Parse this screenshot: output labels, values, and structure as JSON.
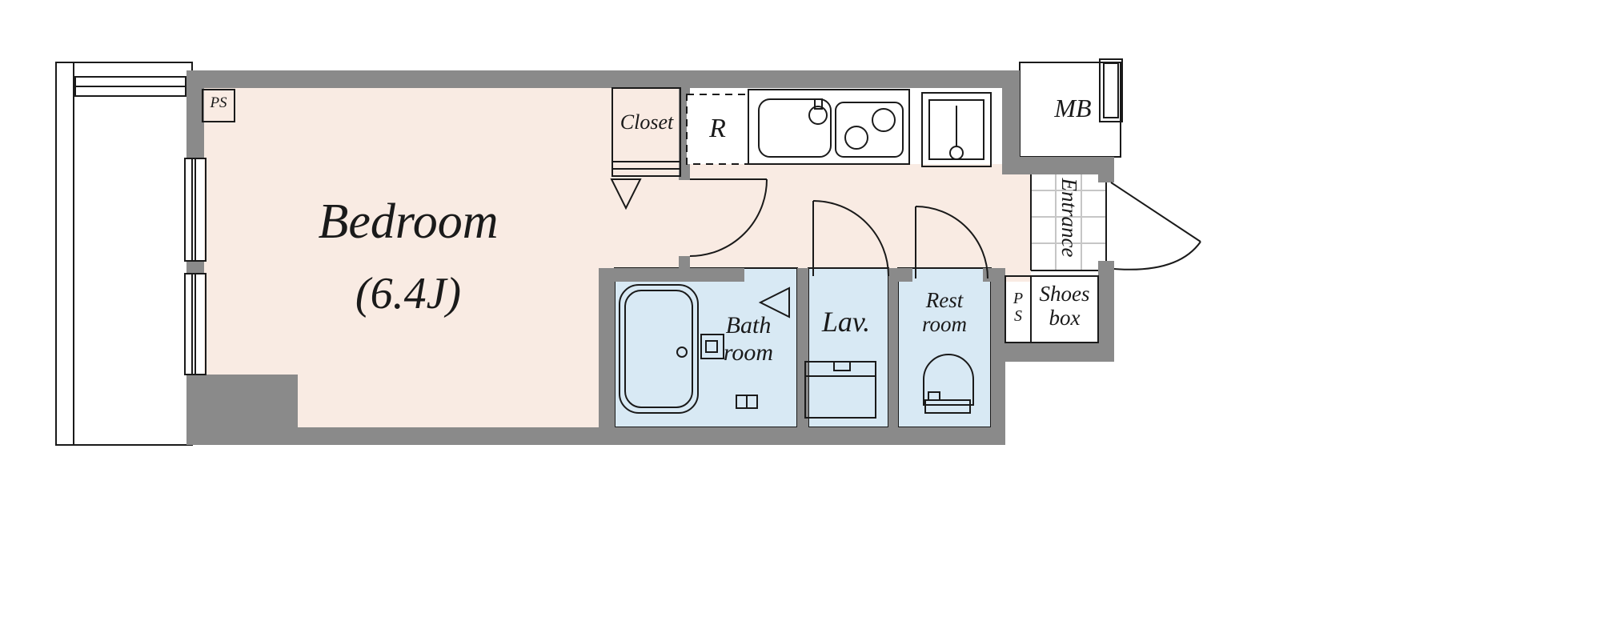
{
  "plan": {
    "rooms": {
      "bedroom": {
        "name": "Bedroom",
        "size": "(6.4J)"
      },
      "closet": {
        "label": "Closet"
      },
      "refrigerator": {
        "label": "R"
      },
      "meter_box": {
        "label": "MB"
      },
      "entrance": {
        "label": "Entrance"
      },
      "shoes_box": {
        "line1": "Shoes",
        "line2": "box"
      },
      "bathroom": {
        "line1": "Bath",
        "line2": "room"
      },
      "lavatory": {
        "label": "Lav."
      },
      "restroom": {
        "line1": "Rest",
        "line2": "room"
      },
      "pipe_space_bedroom": {
        "label": "PS"
      },
      "pipe_space_entry": {
        "line1": "P",
        "line2": "S"
      }
    },
    "colors": {
      "wall": "#8a8a8a",
      "floor": "#f9ebe3",
      "wet_area": "#d8e9f4",
      "storage": "#eef0d8",
      "outline": "#1a1a1a",
      "tile_line": "#c6c6c6"
    }
  }
}
